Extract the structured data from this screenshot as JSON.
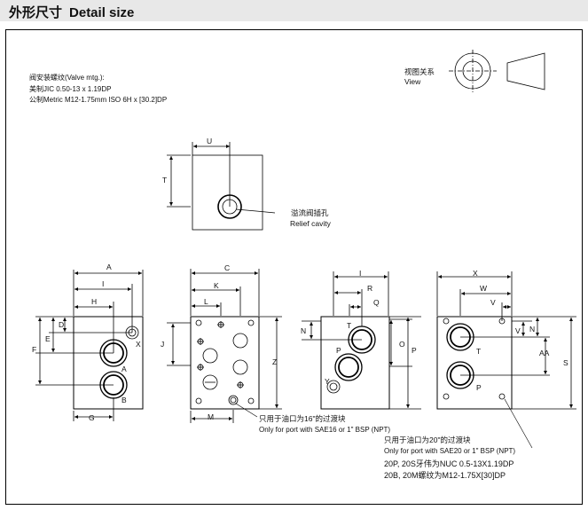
{
  "header": {
    "title_cn": "外形尺寸",
    "title_en": "Detail size"
  },
  "valve_mtg": {
    "heading": "阀安装螺纹(Valve mtg.):",
    "line1": "美制JIC 0.50-13 x 1.19DP",
    "line2": "公制Metric M12-1.75mm ISO 6H x [30.2]DP"
  },
  "view": {
    "label_cn": "视图关系",
    "label_en": "View"
  },
  "relief": {
    "label_cn": "溢流阀插孔",
    "label_en": "Relief cavity"
  },
  "dims": {
    "u": "U",
    "t": "T",
    "a": "A",
    "i1": "I",
    "h": "H",
    "d": "D",
    "e": "E",
    "f": "F",
    "x1": "X",
    "g": "G",
    "a_port": "A",
    "b_port": "B",
    "c": "C",
    "k": "K",
    "l": "L",
    "j": "J",
    "z": "Z",
    "m": "M",
    "i2": "I",
    "r": "R",
    "q": "Q",
    "n1": "N",
    "o": "O",
    "p1": "P",
    "t_port1": "T",
    "p_port1": "P",
    "y": "Y",
    "x2": "X",
    "w": "W",
    "v1": "V",
    "v2": "V",
    "n2": "N",
    "aa": "AA",
    "s": "S",
    "t_port2": "T",
    "p_port2": "P"
  },
  "notes": {
    "n16_cn": "只用于油口为16\"的过渡块",
    "n16_en": "Only for port with SAE16 or 1\" BSP (NPT)",
    "n20_cn": "只用于油口为20\"的过渡块",
    "n20_en": "Only for port with SAE20 or 1\" BSP (NPT)",
    "thread1": "20P, 20S牙伟为NUC 0.5-13X1.19DP",
    "thread2": "20B, 20M螺纹为M12-1.75X[30]DP"
  }
}
